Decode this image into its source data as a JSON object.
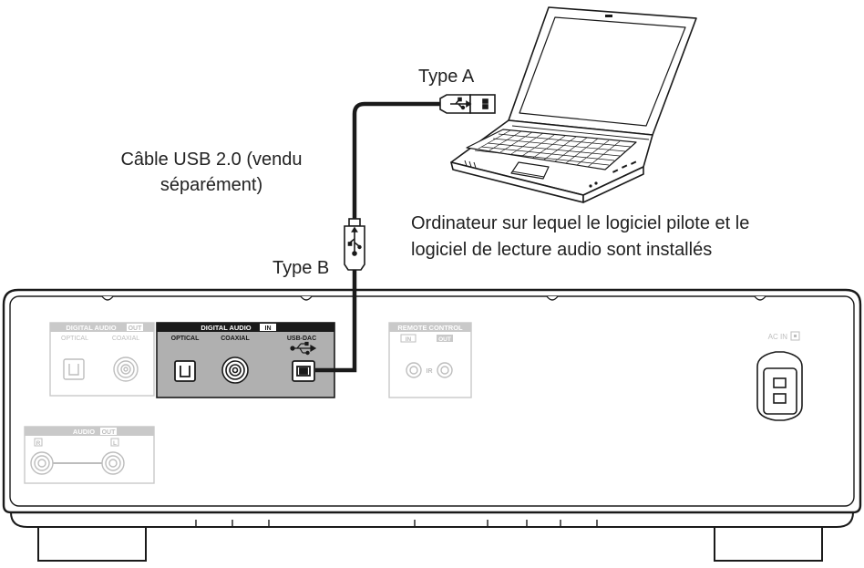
{
  "labels": {
    "type_a": "Type A",
    "type_b": "Type B",
    "cable_line1": "Câble USB 2.0 (vendu",
    "cable_line2": "séparément)",
    "computer_line1": "Ordinateur sur lequel le logiciel pilote et le",
    "computer_line2": "logiciel de lecture audio sont installés"
  },
  "panel": {
    "digital_out_title": "DIGITAL AUDIO",
    "digital_out_badge": "OUT",
    "out_optical": "OPTICAL",
    "out_coaxial": "COAXIAL",
    "digital_in_title": "DIGITAL AUDIO",
    "digital_in_badge": "IN",
    "in_optical": "OPTICAL",
    "in_coaxial": "COAXIAL",
    "in_usb": "USB-DAC",
    "remote_title": "REMOTE CONTROL",
    "remote_in": "IN",
    "remote_out": "OUT",
    "remote_ir": "IR",
    "ac_in": "AC IN",
    "audio_title": "AUDIO",
    "audio_badge": "OUT",
    "audio_r": "R",
    "audio_l": "L"
  },
  "colors": {
    "outline": "#1a1a1a",
    "highlight_panel": "#b0b0b0",
    "muted": "#c9c9c9",
    "muted_text": "#bdbdbd"
  }
}
